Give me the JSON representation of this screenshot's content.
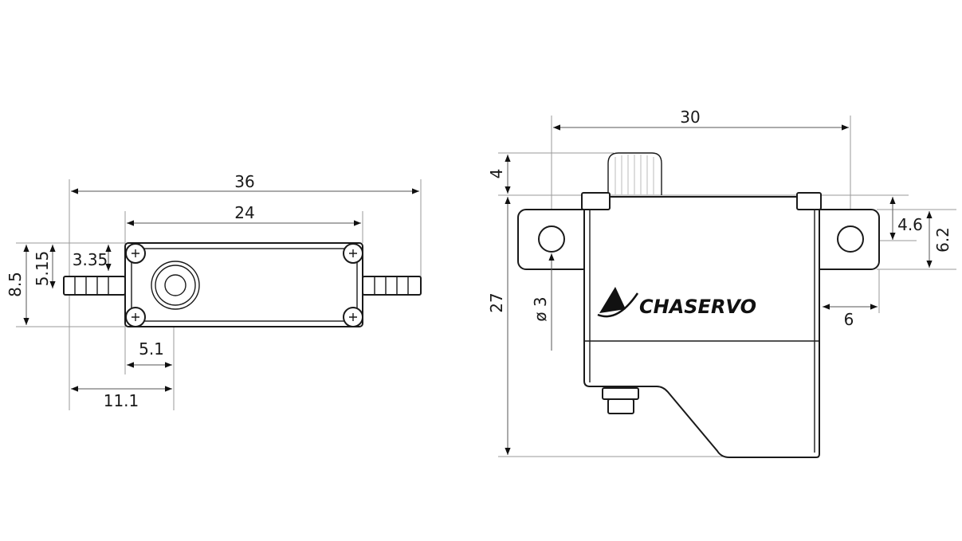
{
  "top_view": {
    "dimensions": {
      "overall_length": "36",
      "body_length": "24",
      "height": "8.5",
      "shaft_offset": "5.15",
      "screw_offset": "3.35",
      "gear_offset": "5.1",
      "gear_from_end": "11.1"
    }
  },
  "side_view": {
    "logo_text": "CHASERVO",
    "dimensions": {
      "hole_spacing": "30",
      "horn_height": "4",
      "body_height": "27",
      "hole_diameter": "ø 3",
      "flange_offset": "4.6",
      "flange_height": "6.2",
      "flange_width": "6"
    }
  }
}
